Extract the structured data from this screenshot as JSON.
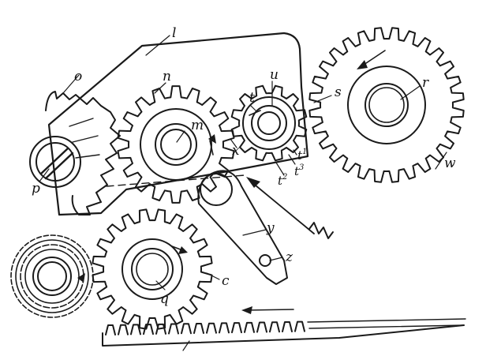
{
  "figure": {
    "labels": {
      "l": "l",
      "o": "o",
      "n": "n",
      "m": "m",
      "t": "t",
      "u": "u",
      "s": "s",
      "r": "r",
      "x": "x",
      "t1_base": "t",
      "t1_sup": "1",
      "t2_base": "t",
      "t2_sup": "2",
      "t3_base": "t",
      "t3_sup": "3",
      "p": "p",
      "w": "w",
      "y": "y",
      "z": "z",
      "q": "q",
      "c": "c"
    }
  }
}
